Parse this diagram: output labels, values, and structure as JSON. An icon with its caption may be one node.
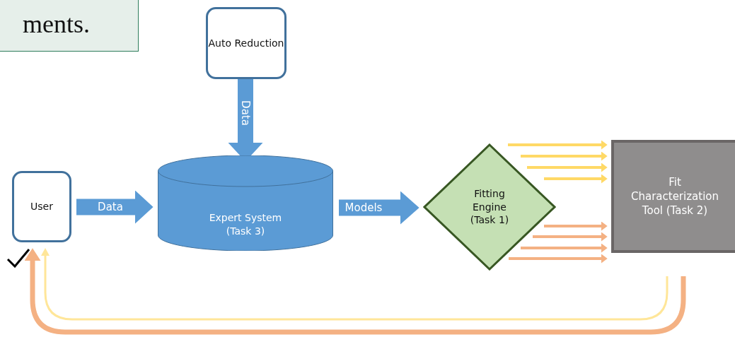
{
  "diagram": {
    "nodes": [
      {
        "text": [
          "ments."
        ]
      },
      {
        "text": [
          "Auto Reduction"
        ]
      },
      {
        "text": [
          "User"
        ]
      },
      {
        "text": [
          "Expert System (Task 3)"
        ]
      },
      {
        "text": [
          "Fitting Engine (Task 1)"
        ]
      },
      {
        "text": [
          "Fit Characterization Tool (Task 2)"
        ]
      }
    ],
    "edges": [
      {
        "from": 1,
        "to": 3,
        "arrow": "to",
        "label": "Data",
        "style": "thick",
        "color": "#5b9bd5"
      },
      {
        "from": 2,
        "to": 3,
        "arrow": "to",
        "label": "Data",
        "style": "thick",
        "color": "#5b9bd5"
      },
      {
        "from": 3,
        "to": 4,
        "arrow": "to",
        "label": "Models",
        "style": "thick",
        "color": "#5b9bd5"
      },
      {
        "from": 4,
        "to": 5,
        "arrow": "to",
        "color": "#ffd966"
      },
      {
        "from": 4,
        "to": 5,
        "arrow": "to",
        "color": "#ffd966"
      },
      {
        "from": 4,
        "to": 5,
        "arrow": "to",
        "color": "#ffd966"
      },
      {
        "from": 4,
        "to": 5,
        "arrow": "to",
        "color": "#ffd966"
      },
      {
        "from": 4,
        "to": 5,
        "arrow": "to",
        "color": "#f4b183"
      },
      {
        "from": 4,
        "to": 5,
        "arrow": "to",
        "color": "#f4b183"
      },
      {
        "from": 4,
        "to": 5,
        "arrow": "to",
        "color": "#f4b183"
      },
      {
        "from": 4,
        "to": 5,
        "arrow": "to",
        "color": "#f4b183"
      },
      {
        "from": 5,
        "to": 2,
        "arrow": "to",
        "color": "#ffe699"
      },
      {
        "from": 5,
        "to": 2,
        "arrow": "to",
        "color": "#f4b183"
      }
    ]
  }
}
